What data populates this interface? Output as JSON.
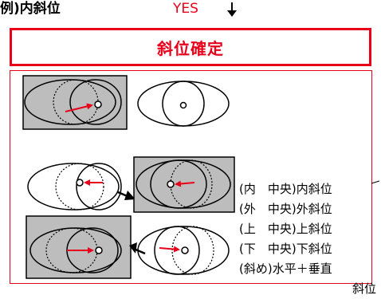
{
  "heading": "例)内斜位",
  "yes_label": "YES",
  "title": "斜位確定",
  "labels": [
    "(内　中央)内斜位",
    "(外　中央)外斜位",
    "(上　中央)上斜位",
    "(下　中央)下斜位",
    "(斜め)水平＋垂直"
  ],
  "labels_tail": "斜位",
  "colors": {
    "accent": "#e8001a",
    "shade": "#bdbdbd",
    "line": "#000000"
  }
}
